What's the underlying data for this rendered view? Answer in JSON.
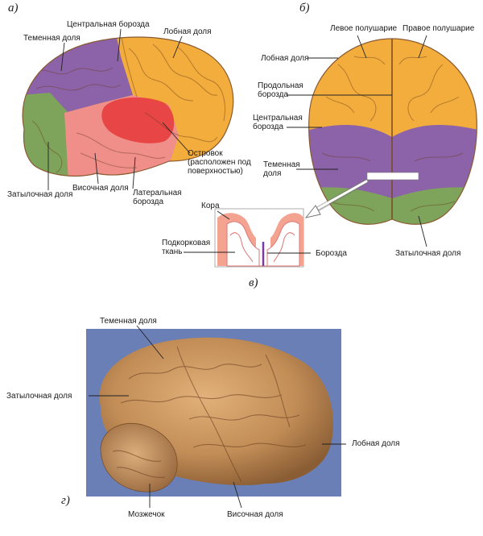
{
  "panel_labels": {
    "a": "а)",
    "b": "б)",
    "v": "в)",
    "g": "г)"
  },
  "panel_a": {
    "central_sulcus": "Центральная борозда",
    "frontal_lobe": "Лобная доля",
    "parietal_lobe": "Теменная доля",
    "insula_line1": "Островок",
    "insula_line2": "(расположен под",
    "insula_line3": "поверхностью)",
    "occipital_lobe": "Затылочная доля",
    "temporal_lobe": "Височная доля",
    "lateral_sulcus_line1": "Латеральная",
    "lateral_sulcus_line2": "борозда"
  },
  "panel_b": {
    "left_hemisphere": "Левое полушарие",
    "right_hemisphere": "Правое полушарие",
    "frontal_lobe": "Лобная доля",
    "longitudinal_line1": "Продольная",
    "longitudinal_line2": "борозда",
    "central_line1": "Центральная",
    "central_line2": "борозда",
    "parietal_line1": "Теменная",
    "parietal_line2": "доля",
    "occipital_lobe": "Затылочная доля"
  },
  "panel_v": {
    "cortex": "Кора",
    "subcortical_line1": "Подкорковая",
    "subcortical_line2": "ткань",
    "sulcus": "Борозда"
  },
  "panel_g": {
    "parietal_lobe": "Теменная доля",
    "occipital_lobe": "Затылочная доля",
    "frontal_lobe": "Лобная доля",
    "cerebellum": "Мозжечок",
    "temporal_lobe": "Височная доля"
  },
  "colors": {
    "frontal": "#f3ad3c",
    "parietal": "#8c63a8",
    "occipital": "#7da45a",
    "temporal": "#f08f8a",
    "insula": "#e63a3a",
    "photo_bg": "#6b7fb7",
    "brain_photo": "#c99560"
  }
}
